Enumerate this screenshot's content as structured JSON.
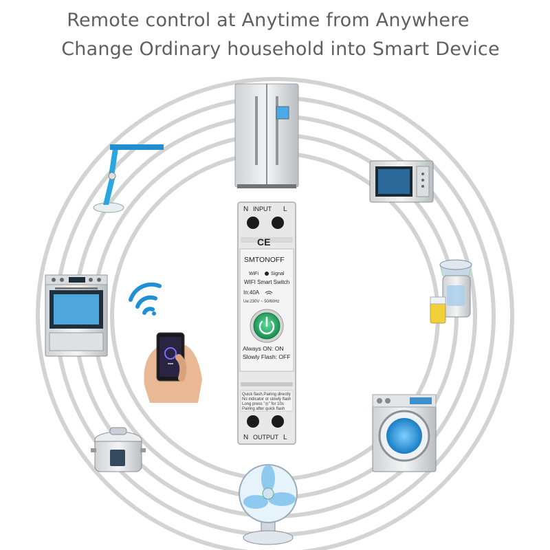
{
  "headline": {
    "line1": "Remote control at Anytime from Anywhere",
    "line2": "Change Ordinary household into Smart Device"
  },
  "device": {
    "input_label": "INPUT",
    "output_label": "OUTPUT",
    "n_label": "N",
    "l_label": "L",
    "ce_mark": "CE",
    "brand": "SMTONOFF",
    "wifi_label": "WiFi",
    "signal_label": "Signal",
    "product_name": "WIFI Smart Switch",
    "current_rating": "In:40A",
    "voltage_rating": "Ue:230V ~ 50/60Hz",
    "always_on": "Always ON: ON",
    "slowly_flash": "Slowly Flash: OFF",
    "note_line1": "Quick flash,Pairing directly",
    "note_line2": "No indicator or slowly flash",
    "note_line3": "Long press \"◎\" for 10s",
    "note_line4": "Pairing after quick flash"
  },
  "appliances": [
    "fridge-icon",
    "microwave-icon",
    "juicer-icon",
    "washing-machine-icon",
    "fan-icon",
    "rice-cooker-icon",
    "oven-icon",
    "desk-lamp-icon",
    "smartphone-icon",
    "wifi-icon"
  ],
  "colors": {
    "headline": "#5f5f5f",
    "ring": "#d0d0d0",
    "device_body": "#e8e8e8",
    "power_button": "#2db36b",
    "accent_blue": "#1f8fd6"
  }
}
